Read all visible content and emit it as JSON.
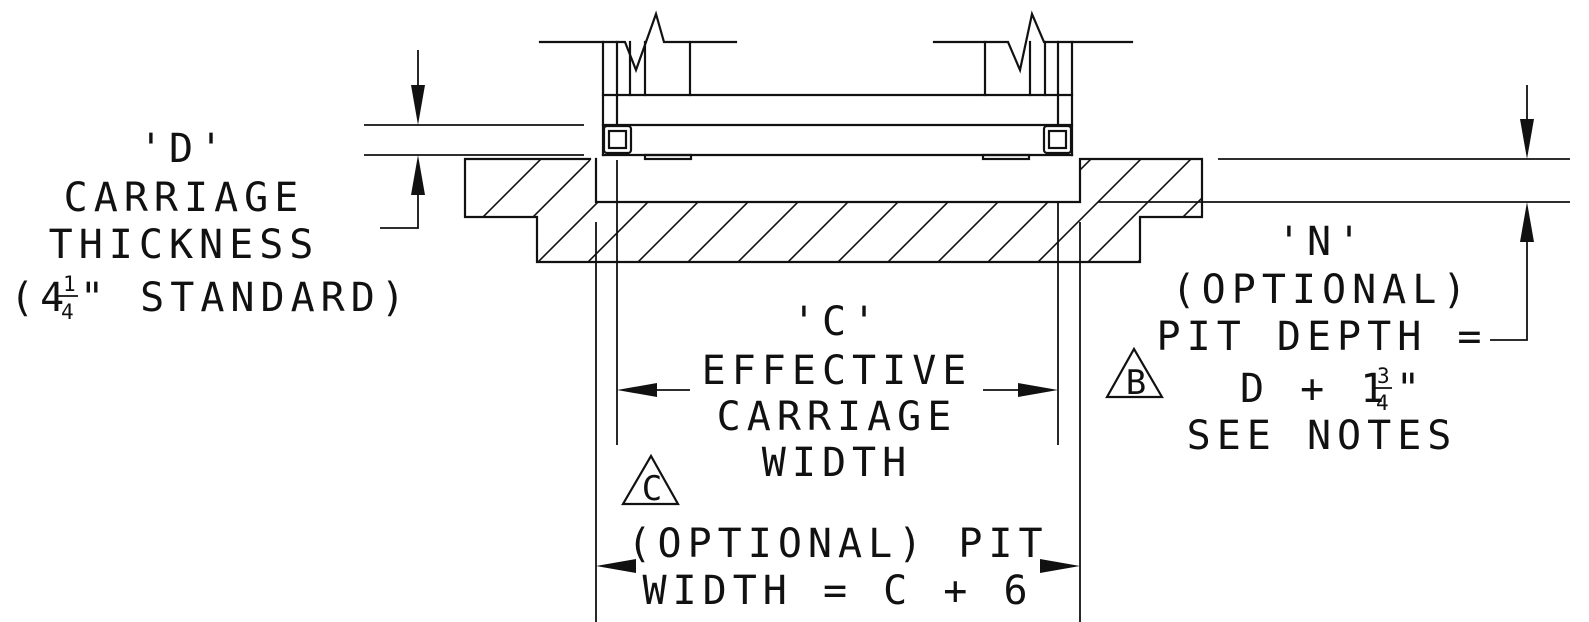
{
  "labels": {
    "d_tag": "'D'",
    "d_line1": "CARRIAGE",
    "d_line2": "THICKNESS",
    "d_std_prefix": "(4",
    "d_std_num": "1",
    "d_std_den": "4",
    "d_std_suffix": "\" STANDARD)",
    "c_tag": "'C'",
    "c_line1": "EFFECTIVE",
    "c_line2": "CARRIAGE",
    "c_line3": "WIDTH",
    "n_tag": "'N'",
    "n_line1": "(OPTIONAL)",
    "n_line2": "PIT DEPTH =",
    "n_line3_prefix": "D + 1",
    "n_line3_num": "3",
    "n_line3_den": "4",
    "n_line3_suffix": "\"",
    "n_line4": "SEE NOTES",
    "pw_line1": "(OPTIONAL) PIT",
    "pw_line2": "WIDTH = C + 6",
    "note_b": "B",
    "note_c": "C"
  }
}
